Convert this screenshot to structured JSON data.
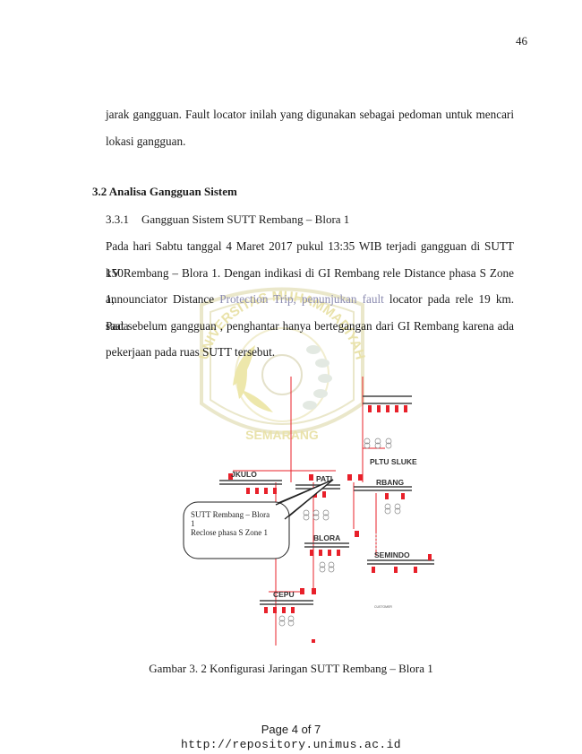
{
  "page_number": "46",
  "paragraph1": {
    "lines": [
      "jarak gangguan. Fault locator inilah yang digunakan sebagai pedoman untuk mencari",
      "lokasi gangguan."
    ]
  },
  "section_heading": "3.2 Analisa Gangguan Sistem",
  "subsection": {
    "number": "3.3.1",
    "title": "Gangguan Sistem SUTT Rembang – Blora 1"
  },
  "paragraph2": {
    "line1": "Pada hari Sabtu tanggal 4 Maret 2017 pukul 13:35 WIB terjadi gangguan di SUTT 150",
    "line2": "kV Rembang – Blora 1. Dengan indikasi di GI Rembang rele Distance phasa S Zone 1,",
    "line3_a": "announciator Distance",
    "line3_b": " Protection Trip, penunjukan fault",
    "line3_c": " locator pada rele 19 km. Pada",
    "line4_a": "saat sebelum gangguan , penghantar",
    "line4_b": " hanya bertegangan",
    "line4_c": " dari GI Rembang karena ada",
    "line5": "pekerjaan pada ruas SUTT tersebut."
  },
  "watermark": {
    "top_text": "UNIVERSITAS MUHAMMADIYAH",
    "bottom_text": "SEMARANG"
  },
  "diagram": {
    "substations": {
      "jkulo": "JKULO",
      "pati": "PATI",
      "rbang": "RBANG",
      "pltu": "PLTU SLUKE",
      "blora": "BLORA",
      "semindo": "SEMINDO",
      "cepu": "CEPU",
      "customer": "CUSTOMER"
    },
    "callout": {
      "line1": "SUTT Rembang – Blora",
      "line2": "1",
      "line3": "Reclose phasa S Zone 1"
    },
    "colors": {
      "breaker": "#e8202a",
      "line": "#e8202a",
      "bus": "#444444",
      "open_line": "#d0a0a0"
    }
  },
  "caption": "Gambar 3. 2 Konfigurasi Jaringan SUTT Rembang – Blora 1",
  "footer": {
    "page": "Page 4 of 7",
    "url": "http://repository.unimus.ac.id"
  }
}
